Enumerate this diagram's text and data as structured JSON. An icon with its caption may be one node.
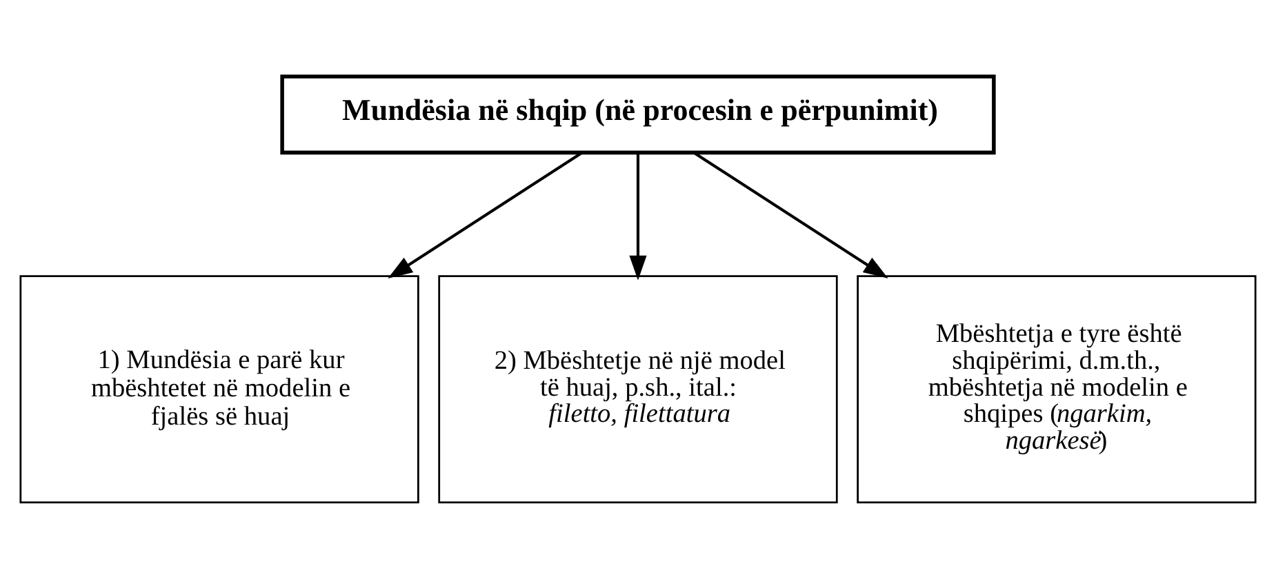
{
  "diagram": {
    "nodes": [
      {
        "text": [
          "Mundësia në shqip (në procesin e përpunimit)"
        ]
      },
      {
        "text": [
          "1) Mundësia e parë kur mbështetet në modelin e fjalës së huaj"
        ]
      },
      {
        "text": [
          "2) Mbështetje në një model të huaj, p.sh., ital.: *filetto, filettatura*"
        ]
      },
      {
        "text": [
          "Mbështetja e tyre është shqipërimi, d.m.th., mbështetja në modelin e shqipes (*ngarkim, ngarkesë*)"
        ]
      }
    ],
    "edges": [
      {
        "from": 0,
        "to": 1,
        "arrow": "to"
      },
      {
        "from": 0,
        "to": 2,
        "arrow": "to"
      },
      {
        "from": 0,
        "to": 3,
        "arrow": "to"
      }
    ]
  }
}
